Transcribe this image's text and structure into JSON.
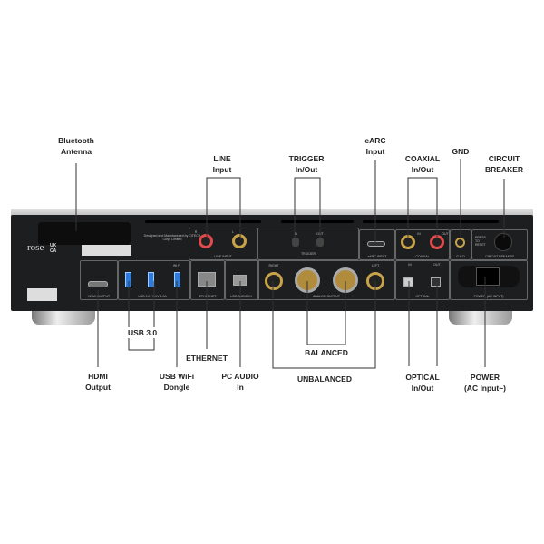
{
  "callouts": {
    "bluetooth": [
      "Bluetooth",
      "Antenna"
    ],
    "line": [
      "LINE",
      "Input"
    ],
    "trigger": [
      "TRIGGER",
      "In/Out"
    ],
    "earc": [
      "eARC",
      "Input"
    ],
    "coaxial": [
      "COAXIAL",
      "In/Out"
    ],
    "gnd": "GND",
    "breaker": [
      "CIRCUIT",
      "BREAKER"
    ],
    "hdmi": [
      "HDMI",
      "Output"
    ],
    "usb3": "USB 3.0",
    "wifi": [
      "USB WiFi",
      "Dongle"
    ],
    "ethernet": "ETHERNET",
    "pcaudio": [
      "PC AUDIO",
      "In"
    ],
    "balanced": "BALANCED",
    "unbalanced": "UNBALANCED",
    "optical": [
      "OPTICAL",
      "In/Out"
    ],
    "power": [
      "POWER",
      "(AC Input~)"
    ]
  },
  "panel": {
    "brand": "rose",
    "ukca": "UK CA",
    "maker": "Designed and Manufactured by CITECH Corp. Limited",
    "line_input": "LINE INPUT",
    "r": "R",
    "l": "L",
    "trigger": "TRIGGER",
    "in": "IN",
    "out": "OUT",
    "earc": "eARC INPUT",
    "coaxial": "COAXIAL",
    "gnd": "G N D",
    "breaker": "CIRCUIT BREAKER",
    "reset": "PRESS TO RESET",
    "hdmi": "HDMI OUTPUT",
    "usb": "USB 3.0 / 5.0V 1.0A",
    "wifi": "WI FI",
    "ethernet": "ETHERNET",
    "usb_audio": "USB AUDIO IN",
    "analog": "ANALOG OUTPUT",
    "right": "RIGHT",
    "left": "LEFT",
    "optical": "OPTICAL",
    "power": "POWER (AC INPUT)"
  }
}
